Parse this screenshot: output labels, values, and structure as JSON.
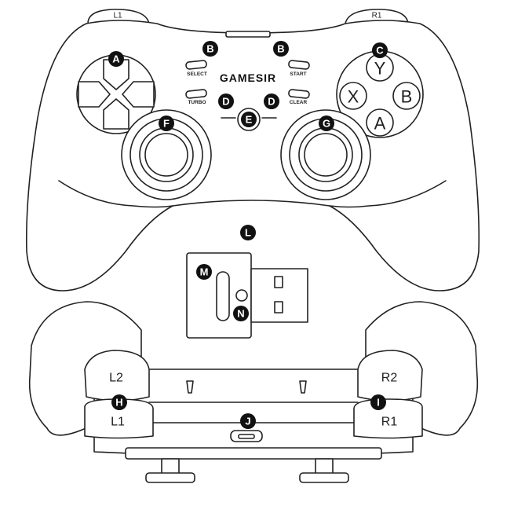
{
  "brand": "GAMESIR",
  "buttons": {
    "select": "SELECT",
    "start": "START",
    "turbo": "TURBO",
    "clear": "CLEAR",
    "y": "Y",
    "x": "X",
    "b": "B",
    "a": "A",
    "l1_top": "L1",
    "r1_top": "R1",
    "l2": "L2",
    "r2": "R2",
    "l1": "L1",
    "r1": "R1"
  },
  "callouts": {
    "A": "A",
    "B1": "B",
    "B2": "B",
    "C": "C",
    "D1": "D",
    "D2": "D",
    "E": "E",
    "F": "F",
    "G": "G",
    "H": "H",
    "I": "I",
    "J": "J",
    "L": "L",
    "M": "M",
    "N": "N"
  }
}
